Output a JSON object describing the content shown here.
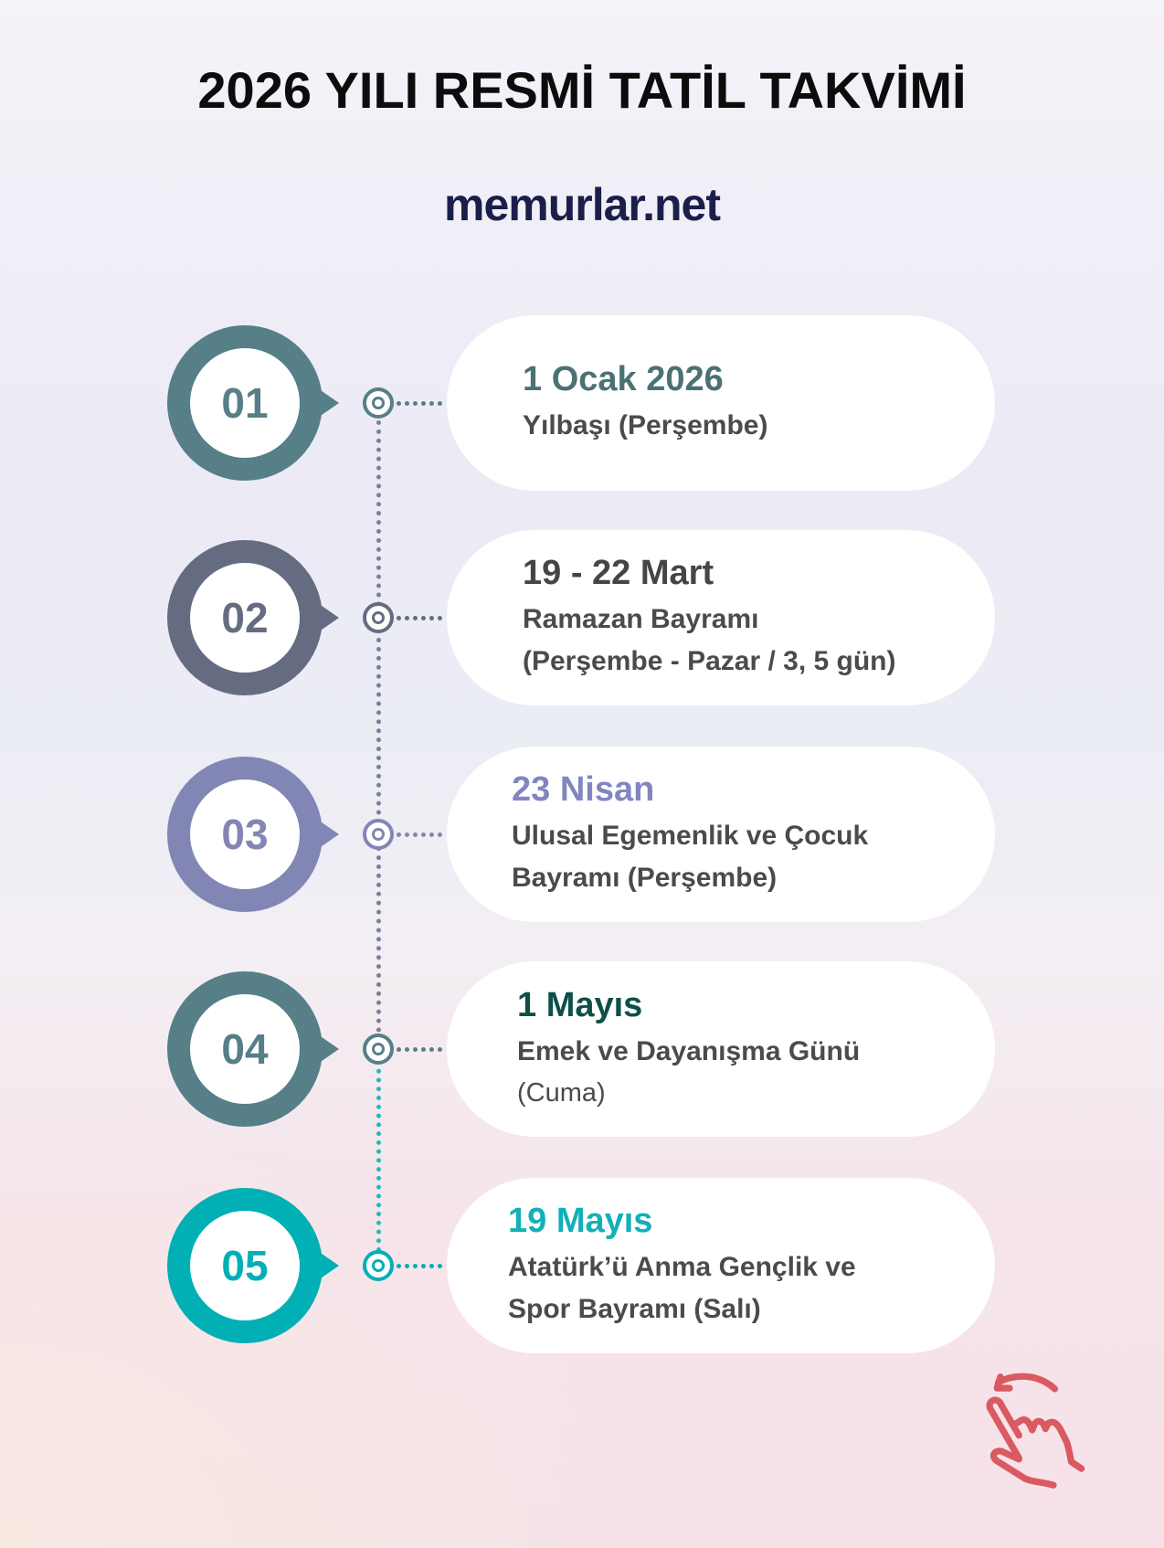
{
  "title": "2026 YILI RESMİ TATİL TAKVİMİ",
  "logo": "memurlar.net",
  "items": [
    {
      "number": "01",
      "date": "1 Ocak 2026",
      "lines": [
        "Yılbaşı (Perşembe)"
      ],
      "color": "#567f88",
      "date_color": "#4a7272"
    },
    {
      "number": "02",
      "date": "19 - 22 Mart",
      "lines": [
        "Ramazan Bayramı",
        "(Perşembe - Pazar / 3, 5 gün)"
      ],
      "color": "#656c82",
      "date_color": "#454545"
    },
    {
      "number": "03",
      "date": "23 Nisan",
      "lines": [
        "Ulusal Egemenlik ve Çocuk",
        "Bayramı (Perşembe)"
      ],
      "color": "#8286b5",
      "date_color": "#8286c0"
    },
    {
      "number": "04",
      "date": "1 Mayıs",
      "lines": [
        "Emek ve Dayanışma Günü",
        "(Cuma)"
      ],
      "color": "#567f88",
      "date_color": "#0d5048"
    },
    {
      "number": "05",
      "date": "19 Mayıs",
      "lines": [
        "Atatürk’ü Anma Gençlik ve",
        "Spor Bayramı (Salı)"
      ],
      "color": "#00b0b5",
      "date_color": "#12b0b8"
    }
  ],
  "icons": {
    "swipe": "swipe-hand-icon",
    "swipe_color": "#d95a60"
  }
}
